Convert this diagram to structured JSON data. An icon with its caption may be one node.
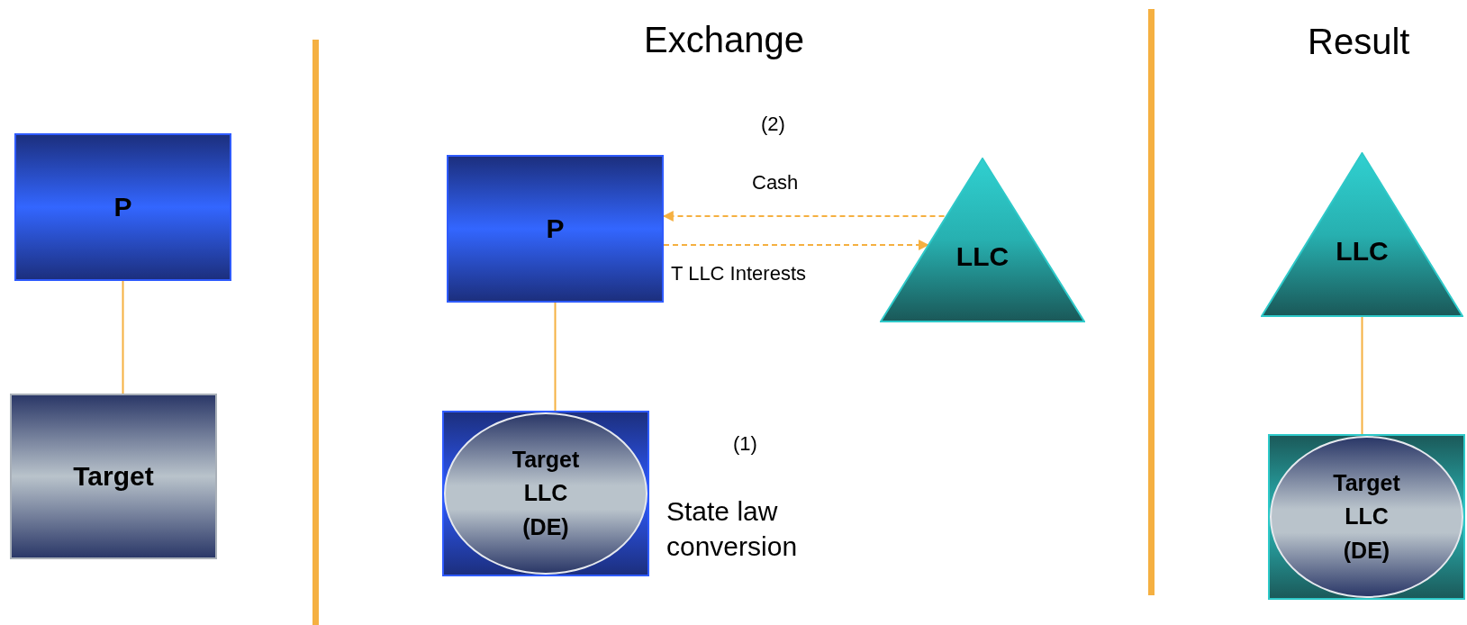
{
  "diagram": {
    "nodes": [
      {
        "text": [
          "P"
        ]
      },
      {
        "text": [
          "Target"
        ]
      },
      {
        "text": [
          "P"
        ]
      },
      {
        "text": [
          "LLC"
        ]
      },
      {
        "text": [],
        "shape": "box"
      },
      {
        "text": [
          "Target LLC (DE)"
        ],
        "in": 4
      },
      {
        "text": [
          "LLC"
        ]
      },
      {
        "text": [],
        "shape": "box"
      },
      {
        "text": [
          "Target LLC (DE)"
        ],
        "in": 7
      }
    ],
    "edges": [
      {
        "from": 0,
        "to": 1,
        "arrow": "none"
      },
      {
        "from": 3,
        "to": 2,
        "arrow": "to",
        "label": "Cash",
        "style": "dashed"
      },
      {
        "from": 2,
        "to": 3,
        "arrow": "to",
        "label": "T LLC Interests",
        "style": "dashed"
      },
      {
        "from": 2,
        "to": 4,
        "arrow": "none"
      },
      {
        "from": 6,
        "to": 7,
        "arrow": "none"
      }
    ],
    "labels": [
      "Exchange",
      "Result",
      "(2)",
      "(1)",
      "State law conversion"
    ]
  }
}
